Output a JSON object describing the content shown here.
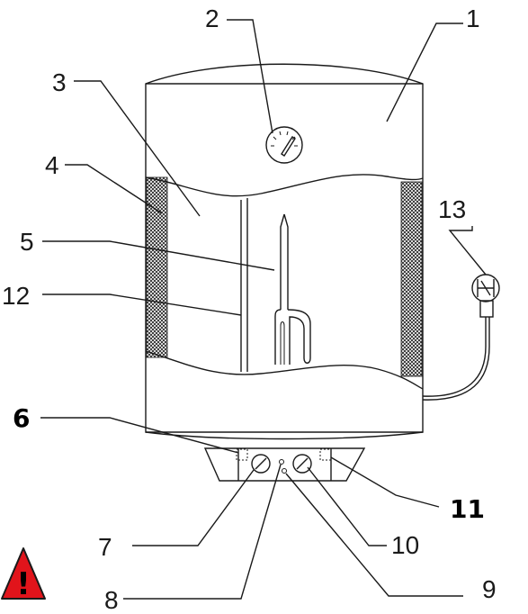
{
  "labels": {
    "l1": "1",
    "l2": "2",
    "l3": "3",
    "l4": "4",
    "l5": "5",
    "l6": "6",
    "l7": "7",
    "l8": "8",
    "l9": "9",
    "l10": "10",
    "l11": "11",
    "l12": "12",
    "l13": "13"
  },
  "warning": {
    "symbol": "!",
    "color": "#e1141b",
    "icon": "warning-triangle-icon"
  },
  "colors": {
    "line": "#1a1a1a",
    "insulation_hatch": "#1a1a1a"
  }
}
